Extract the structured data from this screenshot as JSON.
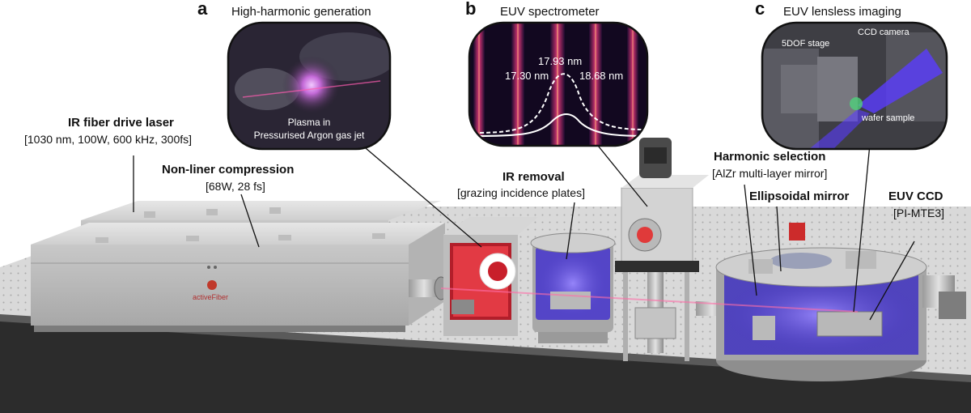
{
  "panels": [
    {
      "letter": "a",
      "title": "High-harmonic generation"
    },
    {
      "letter": "b",
      "title": "EUV spectrometer"
    },
    {
      "letter": "c",
      "title": "EUV lensless imaging"
    }
  ],
  "inset_a": {
    "line1": "Plasma in",
    "line2": "Pressurised Argon gas jet"
  },
  "inset_b": {
    "peak_mid": "17.93 nm",
    "peak_left": "17.30 nm",
    "peak_right": "18.68 nm"
  },
  "inset_c": {
    "stage": "5DOF stage",
    "camera": "CCD camera",
    "sample": "wafer sample"
  },
  "labels": {
    "drive_laser": {
      "title": "IR fiber drive laser",
      "detail": "[1030 nm, 100W, 600 kHz, 300fs]"
    },
    "compression": {
      "title": "Non-liner compression",
      "detail": "[68W, 28 fs]"
    },
    "ir_removal": {
      "title": "IR removal",
      "detail": "[grazing incidence plates]"
    },
    "harmonic_selection": {
      "title": "Harmonic selection",
      "detail": "[AlZr multi-layer mirror]"
    },
    "ellipsoidal_mirror": {
      "title": "Ellipsoidal mirror"
    },
    "euv_ccd": {
      "title": "EUV CCD",
      "detail": "[PI-MTE3]"
    }
  },
  "laser_brand": "activeFiber",
  "colors": {
    "plasma": "#c46ad8",
    "euv_glow": "#6b4cff",
    "laser_red": "#e0303a",
    "table": "#dcdcdc"
  }
}
